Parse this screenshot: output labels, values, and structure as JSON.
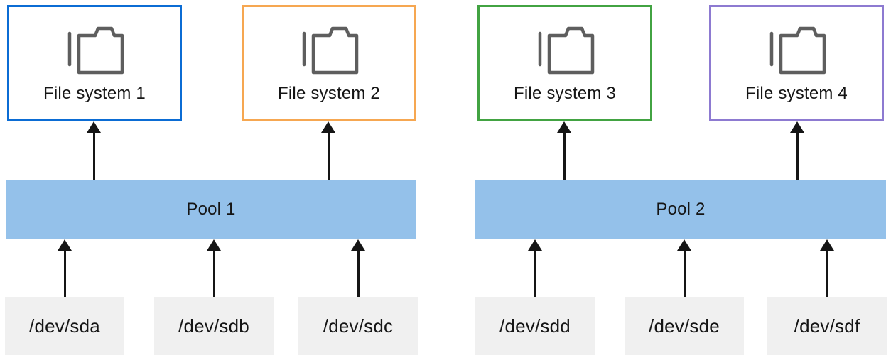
{
  "diagram": {
    "filesystems": [
      {
        "label": "File system 1",
        "border_color": "#0b6cd4",
        "icon": "folder-icon"
      },
      {
        "label": "File system 2",
        "border_color": "#f6a751",
        "icon": "folder-icon"
      },
      {
        "label": "File system 3",
        "border_color": "#42a342",
        "icon": "folder-icon"
      },
      {
        "label": "File system 4",
        "border_color": "#8d7ad1",
        "icon": "folder-icon"
      }
    ],
    "pools": [
      {
        "label": "Pool 1",
        "fill_color": "#94c1ea"
      },
      {
        "label": "Pool 2",
        "fill_color": "#94c1ea"
      }
    ],
    "devices": [
      {
        "label": "/dev/sda",
        "fill_color": "#f0f0f0"
      },
      {
        "label": "/dev/sdb",
        "fill_color": "#f0f0f0"
      },
      {
        "label": "/dev/sdc",
        "fill_color": "#f0f0f0"
      },
      {
        "label": "/dev/sdd",
        "fill_color": "#f0f0f0"
      },
      {
        "label": "/dev/sde",
        "fill_color": "#f0f0f0"
      },
      {
        "label": "/dev/sdf",
        "fill_color": "#f0f0f0"
      }
    ],
    "connections": [
      {
        "from": "Pool 1",
        "to": "File system 1"
      },
      {
        "from": "Pool 1",
        "to": "File system 2"
      },
      {
        "from": "Pool 2",
        "to": "File system 3"
      },
      {
        "from": "Pool 2",
        "to": "File system 4"
      },
      {
        "from": "/dev/sda",
        "to": "Pool 1"
      },
      {
        "from": "/dev/sdb",
        "to": "Pool 1"
      },
      {
        "from": "/dev/sdc",
        "to": "Pool 1"
      },
      {
        "from": "/dev/sdd",
        "to": "Pool 2"
      },
      {
        "from": "/dev/sde",
        "to": "Pool 2"
      },
      {
        "from": "/dev/sdf",
        "to": "Pool 2"
      }
    ],
    "arrow_color": "#151515",
    "text_color": "#151515",
    "icon_color": "#5e5e5e"
  }
}
